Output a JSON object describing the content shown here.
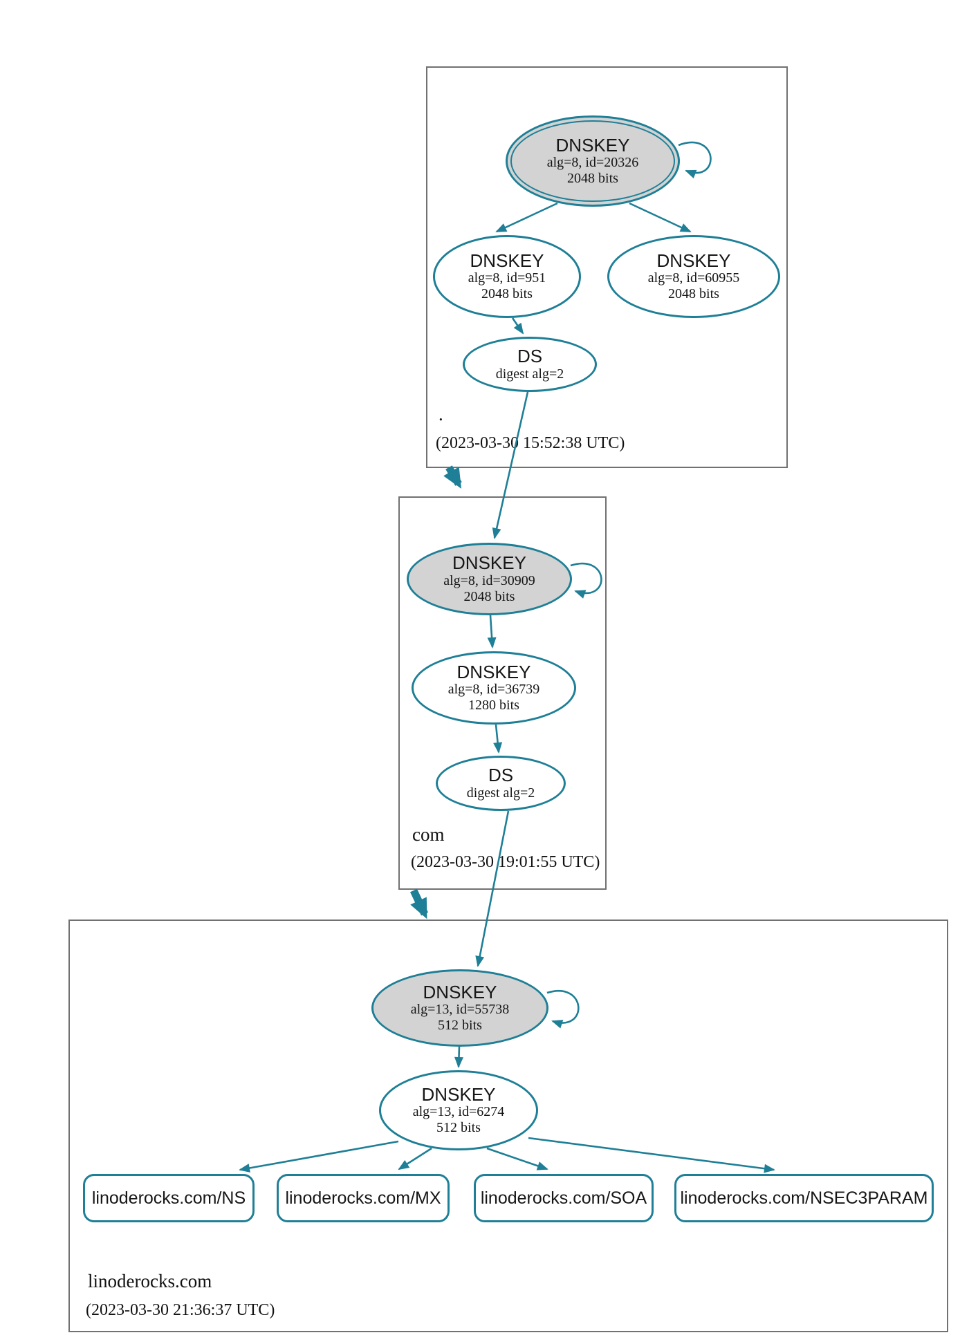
{
  "colors": {
    "edge_teal": "#1e7f96",
    "ksk_fill": "#d3d3d3",
    "node_fill": "#ffffff",
    "cluster_border": "#717171"
  },
  "zones": [
    {
      "name": ".",
      "timestamp": "(2023-03-30 15:52:38 UTC)",
      "ksk": {
        "title": "DNSKEY",
        "alg": "alg=8, id=20326",
        "bits": "2048 bits"
      },
      "zsk_left": {
        "title": "DNSKEY",
        "alg": "alg=8, id=951",
        "bits": "2048 bits"
      },
      "zsk_right": {
        "title": "DNSKEY",
        "alg": "alg=8, id=60955",
        "bits": "2048 bits"
      },
      "ds": {
        "title": "DS",
        "detail": "digest alg=2"
      }
    },
    {
      "name": "com",
      "timestamp": "(2023-03-30 19:01:55 UTC)",
      "ksk": {
        "title": "DNSKEY",
        "alg": "alg=8, id=30909",
        "bits": "2048 bits"
      },
      "zsk": {
        "title": "DNSKEY",
        "alg": "alg=8, id=36739",
        "bits": "1280 bits"
      },
      "ds": {
        "title": "DS",
        "detail": "digest alg=2"
      }
    },
    {
      "name": "linoderocks.com",
      "timestamp": "(2023-03-30 21:36:37 UTC)",
      "ksk": {
        "title": "DNSKEY",
        "alg": "alg=13, id=55738",
        "bits": "512 bits"
      },
      "zsk": {
        "title": "DNSKEY",
        "alg": "alg=13, id=6274",
        "bits": "512 bits"
      },
      "rrsets": [
        {
          "label": "linoderocks.com/NS"
        },
        {
          "label": "linoderocks.com/MX"
        },
        {
          "label": "linoderocks.com/SOA"
        },
        {
          "label": "linoderocks.com/NSEC3PARAM"
        }
      ]
    }
  ]
}
